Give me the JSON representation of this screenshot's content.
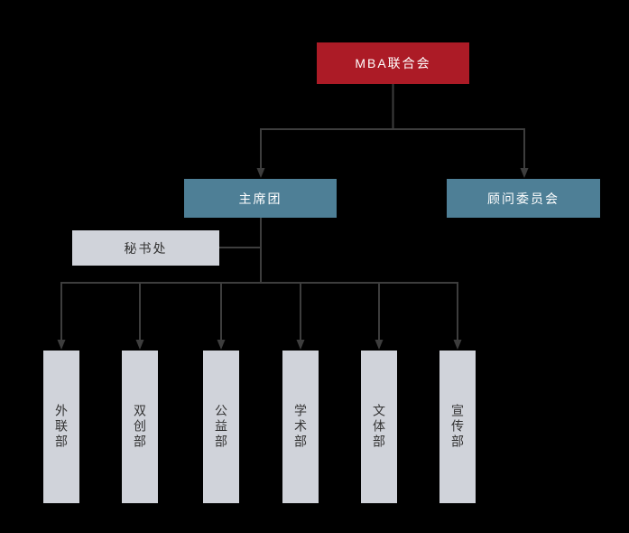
{
  "org": {
    "root": {
      "label": "MBA联合会"
    },
    "level2": [
      {
        "label": "主席团"
      },
      {
        "label": "顾问委员会"
      }
    ],
    "side": {
      "label": "秘书处"
    },
    "departments": [
      {
        "label": "外联部"
      },
      {
        "label": "双创部"
      },
      {
        "label": "公益部"
      },
      {
        "label": "学术部"
      },
      {
        "label": "文体部"
      },
      {
        "label": "宣传部"
      }
    ]
  },
  "colors": {
    "background": "#000000",
    "root_bg": "#ac1b26",
    "branch_bg": "#4e7f96",
    "leaf_bg": "#d0d3da",
    "line": "#3d3d3d",
    "light_text": "#ffffff",
    "dark_text": "#333333"
  }
}
